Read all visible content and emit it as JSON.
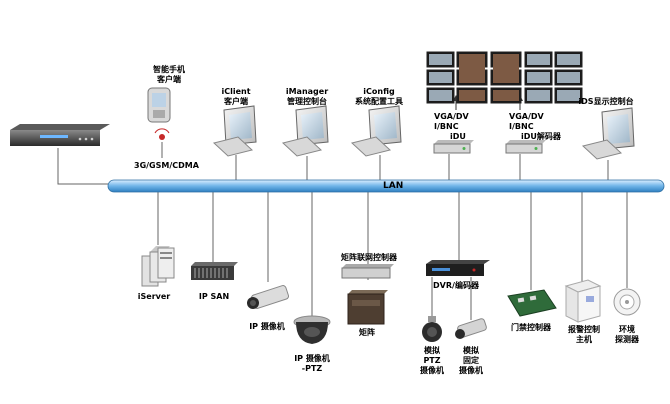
{
  "lan": "LAN",
  "top": {
    "smartphone": [
      "智能手机",
      "客户端"
    ],
    "network_3g": "3G/GSM/CDMA",
    "iclient": [
      "iClient",
      "客户端"
    ],
    "imanager": [
      "iManager",
      "管理控制台"
    ],
    "iconfig": [
      "iConfig",
      "系统配置工具"
    ],
    "ids": "iDS显示控制台",
    "vga_left": [
      "VGA/DV",
      "I/BNC",
      "iDU"
    ],
    "vga_right": [
      "VGA/DV",
      "I/BNC",
      "iDU解码器"
    ]
  },
  "bottom": {
    "iserver": "iServer",
    "ipsan": "IP SAN",
    "ipcam": "IP 摄像机",
    "ipcam_ptz": [
      "IP 摄像机",
      "-PTZ"
    ],
    "matrix_ctrl": "矩阵联网控制器",
    "matrix": "矩阵",
    "dvr": "DVR/编码器",
    "analog_ptz": [
      "模拟",
      "PTZ",
      "摄像机"
    ],
    "analog_fixed": [
      "模拟",
      "固定",
      "摄像机"
    ],
    "access": "门禁控制器",
    "alarm": [
      "报警控制",
      "主机"
    ],
    "env": [
      "环境",
      "探测器"
    ]
  }
}
